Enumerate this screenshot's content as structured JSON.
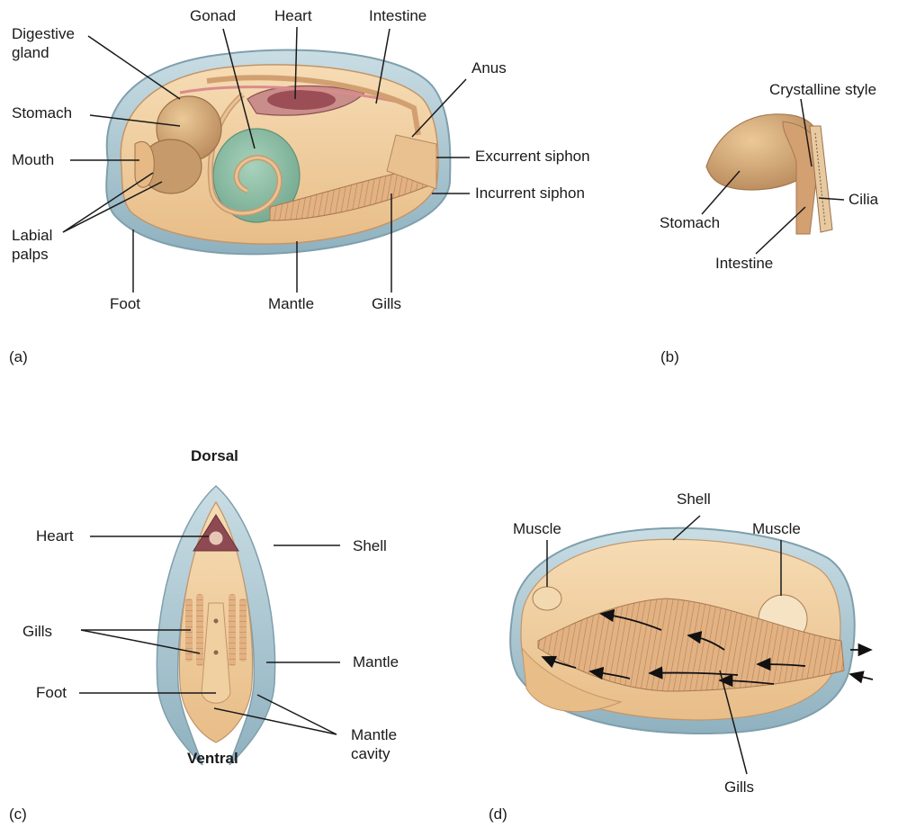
{
  "panels": {
    "a": {
      "tag": "(a)",
      "labels": {
        "digestive_gland": "Digestive\ngland",
        "gonad": "Gonad",
        "heart": "Heart",
        "intestine": "Intestine",
        "anus": "Anus",
        "stomach": "Stomach",
        "mouth": "Mouth",
        "excurrent_siphon": "Excurrent siphon",
        "incurrent_siphon": "Incurrent siphon",
        "labial_palps": "Labial\npalps",
        "foot": "Foot",
        "mantle": "Mantle",
        "gills": "Gills"
      }
    },
    "b": {
      "tag": "(b)",
      "labels": {
        "crystalline_style": "Crystalline style",
        "stomach": "Stomach",
        "cilia": "Cilia",
        "intestine": "Intestine"
      }
    },
    "c": {
      "tag": "(c)",
      "labels": {
        "dorsal": "Dorsal",
        "heart": "Heart",
        "shell": "Shell",
        "gills": "Gills",
        "mantle": "Mantle",
        "foot": "Foot",
        "ventral": "Ventral",
        "mantle_cavity": "Mantle\ncavity"
      }
    },
    "d": {
      "tag": "(d)",
      "labels": {
        "shell": "Shell",
        "muscle_left": "Muscle",
        "muscle_right": "Muscle",
        "gills": "Gills"
      }
    }
  },
  "colors": {
    "shell": "#a9c4cf",
    "body": "#f2cf9f",
    "gonad": "#8fbfa5",
    "heart": "#a75a5e",
    "gill": "#d9a97a",
    "line": "#1a1a1a"
  }
}
